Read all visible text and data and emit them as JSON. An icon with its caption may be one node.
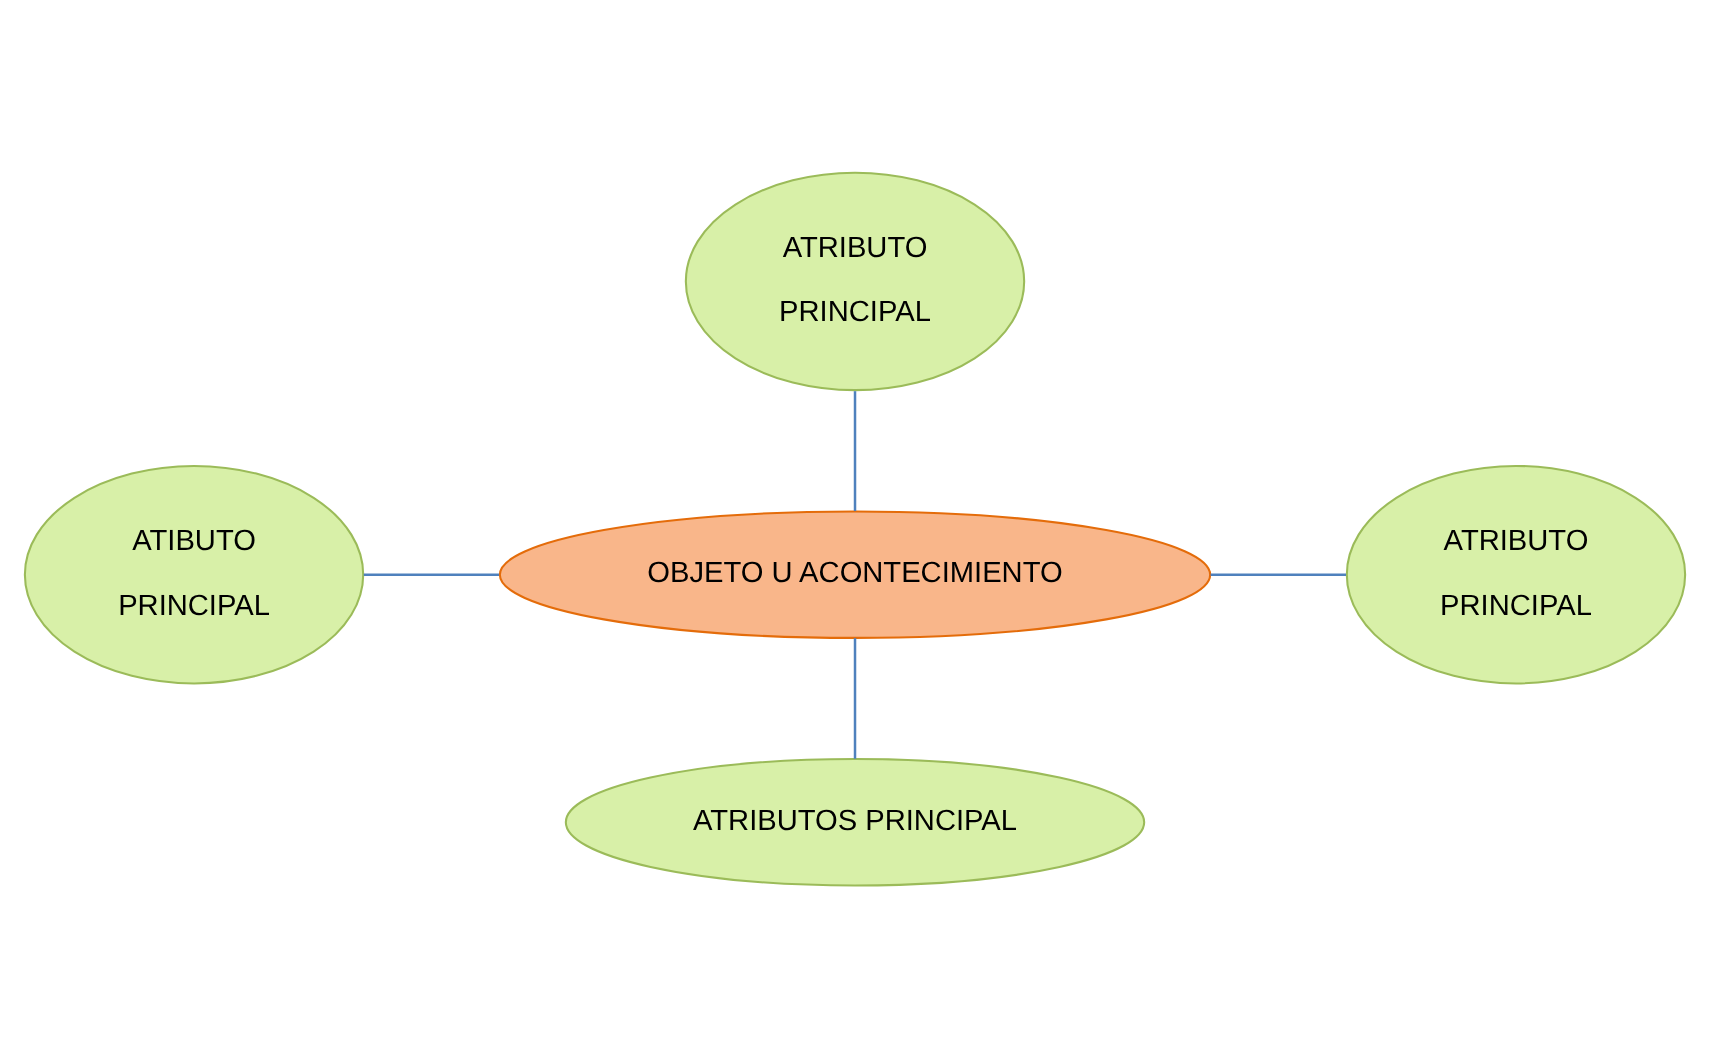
{
  "diagram": {
    "nodes": [
      {
        "text": [
          "ATRIBUTO",
          "PRINCIPAL"
        ]
      },
      {
        "text": [
          "ATIBUTO",
          "PRINCIPAL"
        ]
      },
      {
        "text": [
          "OBJETO U ACONTECIMIENTO"
        ]
      },
      {
        "text": [
          "ATRIBUTO",
          "PRINCIPAL"
        ]
      },
      {
        "text": [
          "ATRIBUTOS PRINCIPAL"
        ]
      }
    ],
    "edges": [
      {
        "from": 0,
        "to": 2,
        "arrow": "none"
      },
      {
        "from": 1,
        "to": 2,
        "arrow": "none"
      },
      {
        "from": 2,
        "to": 3,
        "arrow": "none"
      },
      {
        "from": 2,
        "to": 4,
        "arrow": "none"
      }
    ]
  }
}
